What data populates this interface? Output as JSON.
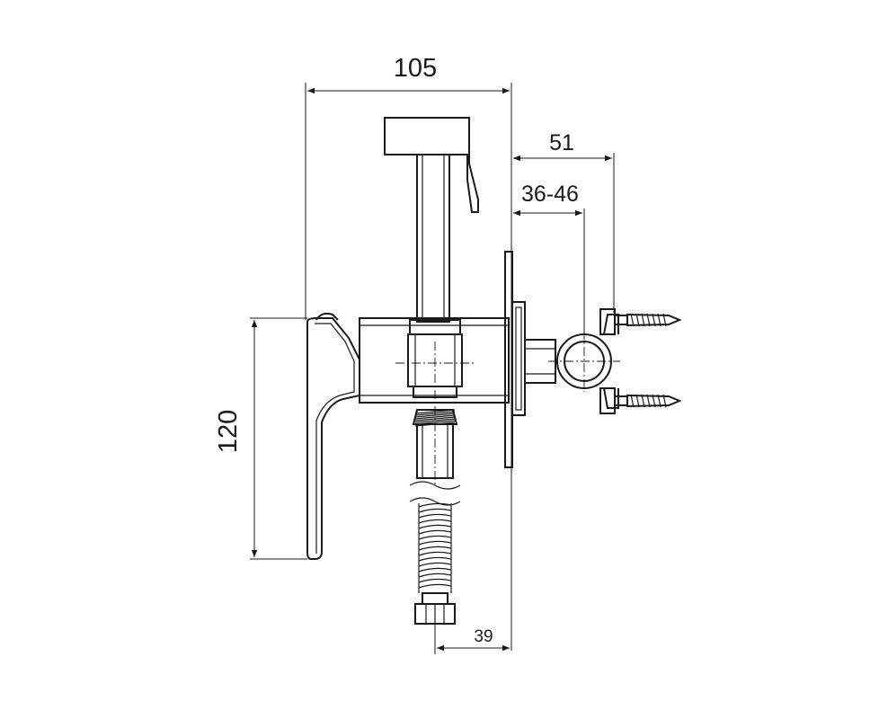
{
  "dimensions": {
    "overall_width": "105",
    "wall_depth": "51",
    "wall_range": "36-46",
    "height": "120",
    "hose_offset": "39"
  }
}
